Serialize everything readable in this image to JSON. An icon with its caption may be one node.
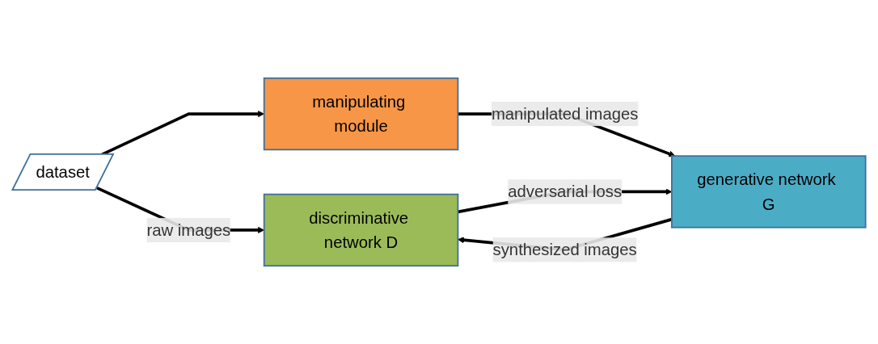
{
  "diagram": {
    "nodes": [
      {
        "text": [
          "dataset"
        ]
      },
      {
        "text": [
          "discriminative network D"
        ]
      },
      {
        "text": [
          "manipulating module"
        ]
      },
      {
        "text": [
          "generative network G"
        ]
      }
    ],
    "edges": [
      {
        "from": 0,
        "to": 1,
        "arrow": "to",
        "label": "raw images"
      },
      {
        "from": 0,
        "to": 2,
        "arrow": "to"
      },
      {
        "from": 2,
        "to": 3,
        "arrow": "to",
        "label": "manipulated images"
      },
      {
        "from": 1,
        "to": 3,
        "arrow": "to",
        "label": "adversarial loss"
      },
      {
        "from": 3,
        "to": 1,
        "arrow": "to",
        "label": "synthesized images"
      }
    ]
  }
}
